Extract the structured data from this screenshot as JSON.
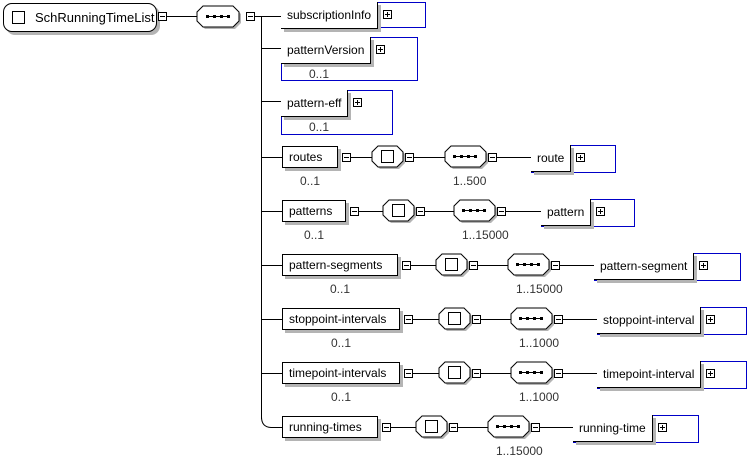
{
  "root": {
    "name": "SchRunningTimeList"
  },
  "children": [
    {
      "name": "subscriptionInfo",
      "cardinality": "",
      "ref": true
    },
    {
      "name": "patternVersion",
      "cardinality": "0..1",
      "ref": true
    },
    {
      "name": "pattern-eff",
      "cardinality": "0..1",
      "ref": true
    },
    {
      "name": "routes",
      "cardinality": "0..1",
      "seq_cardinality": "1..500",
      "child": "route"
    },
    {
      "name": "patterns",
      "cardinality": "0..1",
      "seq_cardinality": "1..15000",
      "child": "pattern"
    },
    {
      "name": "pattern-segments",
      "cardinality": "0..1",
      "seq_cardinality": "1..15000",
      "child": "pattern-segment"
    },
    {
      "name": "stoppoint-intervals",
      "cardinality": "0..1",
      "seq_cardinality": "1..1000",
      "child": "stoppoint-interval"
    },
    {
      "name": "timepoint-intervals",
      "cardinality": "0..1",
      "seq_cardinality": "1..1000",
      "child": "timepoint-interval"
    },
    {
      "name": "running-times",
      "cardinality": "",
      "seq_cardinality": "1..15000",
      "child": "running-time"
    }
  ],
  "icons": {
    "collapse": "minus-box-icon",
    "expand": "plus-box-icon",
    "sequence": "sequence-compositor-icon",
    "choice": "choice-compositor-icon"
  }
}
